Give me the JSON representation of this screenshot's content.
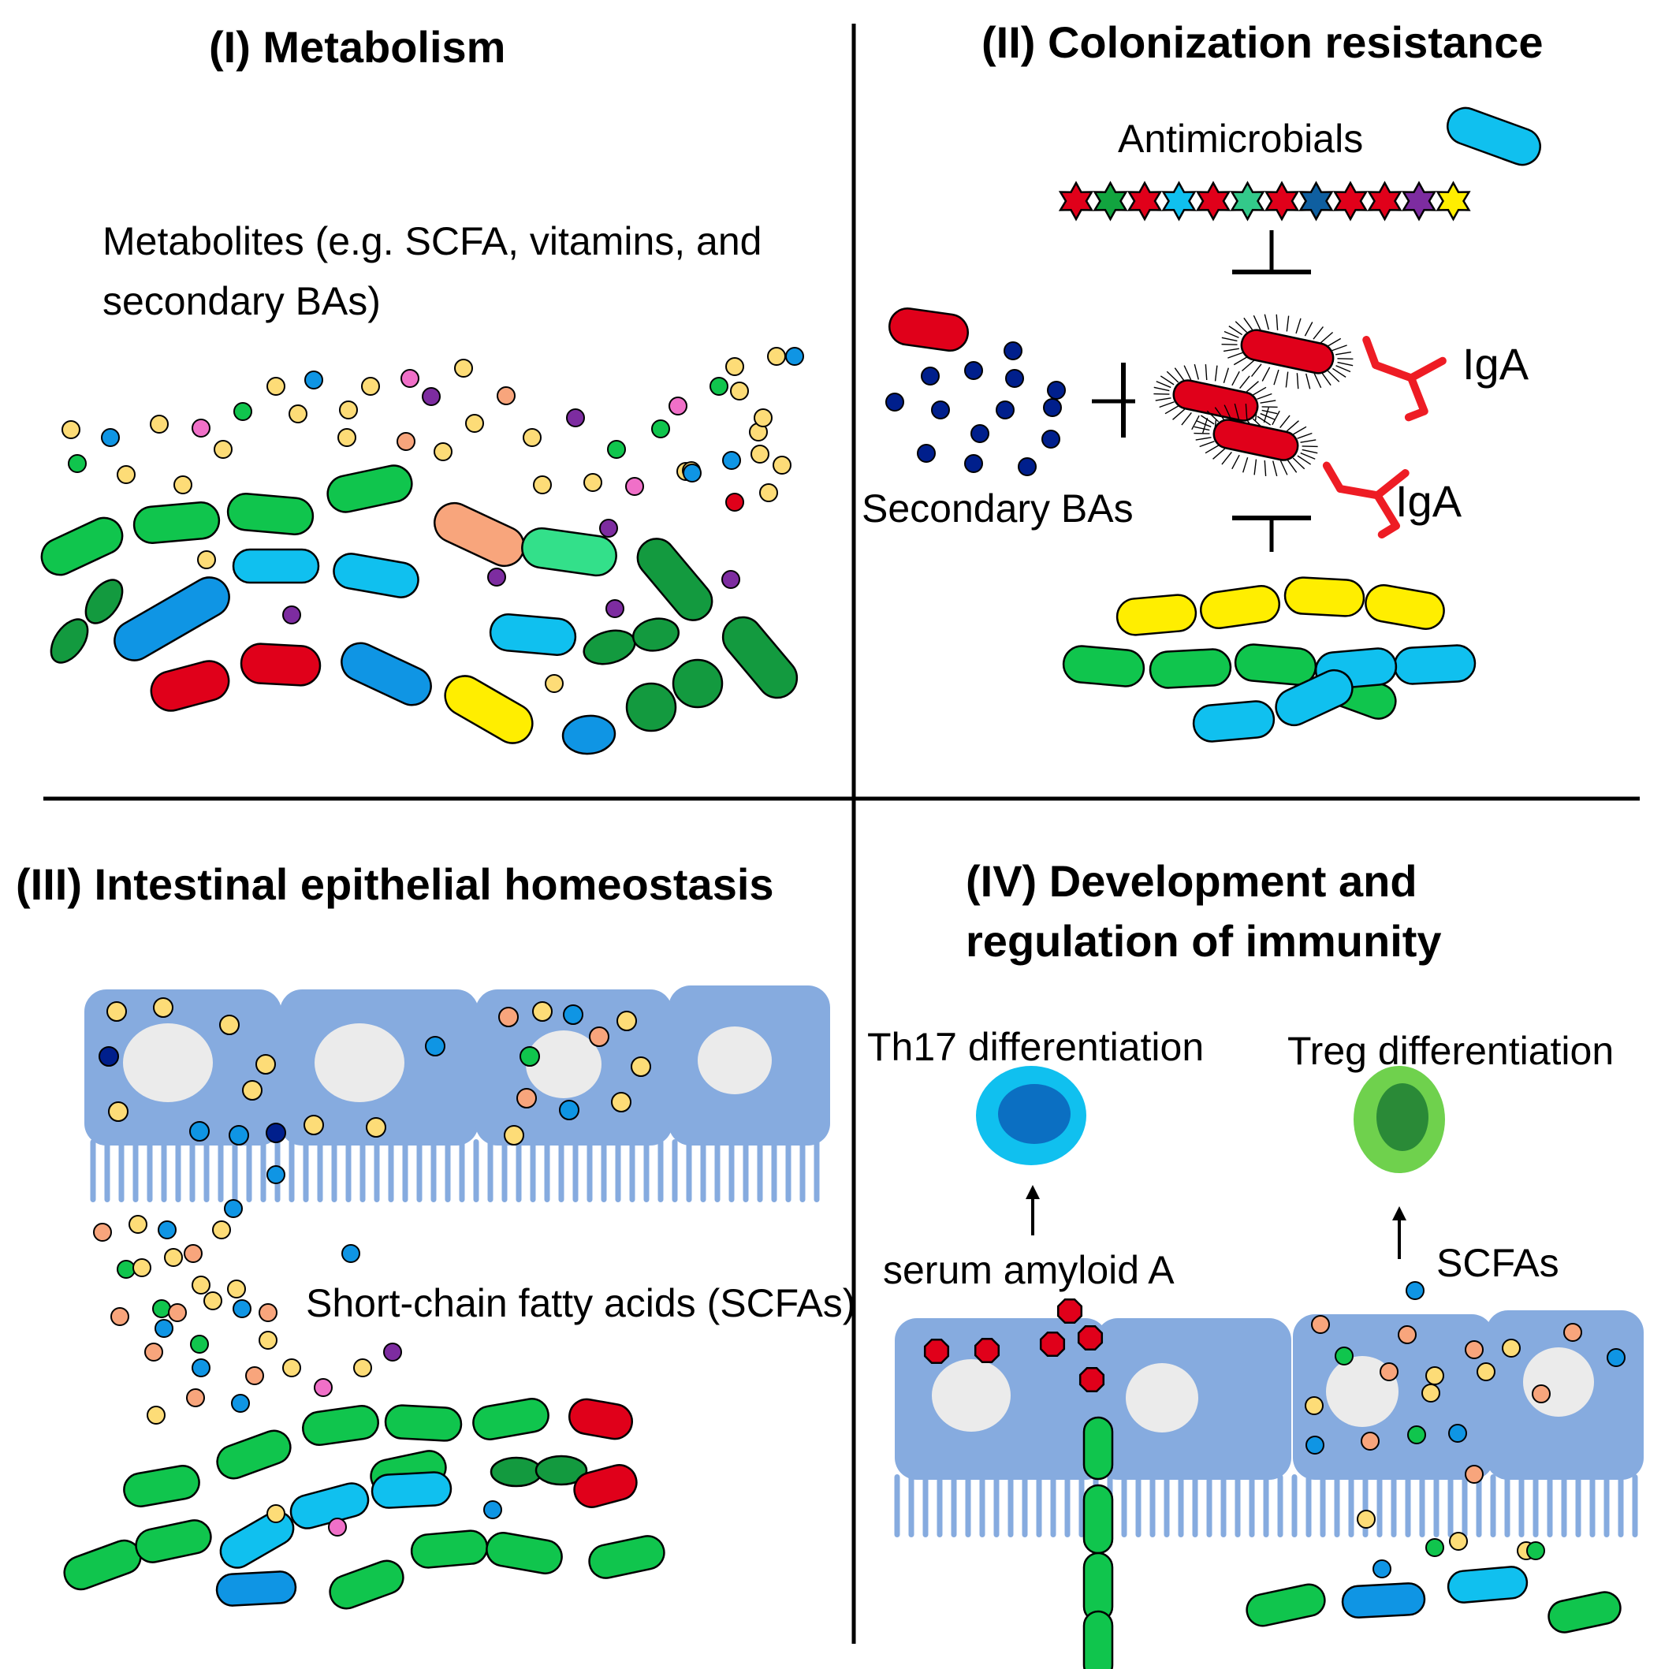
{
  "panels": {
    "metabolism": {
      "title": "(I) Metabolism",
      "label": "Metabolites (e.g. SCFA, vitamins, and secondary BAs)"
    },
    "colonization": {
      "title": "(II) Colonization  resistance",
      "antimicrobials": "Antimicrobials",
      "secondary_bas": "Secondary BAs",
      "iga": "IgA"
    },
    "epithelial": {
      "title": "(III) Intestinal epithelial homeostasis",
      "scfa_label": "Short-chain fatty acids (SCFAs)"
    },
    "immunity": {
      "title": "(IV) Development and regulation of immunity",
      "th17": "Th17 differentiation",
      "treg": "Treg differentiation",
      "saa": "serum amyloid A",
      "scfas": "SCFAs"
    }
  },
  "colors": {
    "green": "#10c54d",
    "dark_green": "#139a3f",
    "light_blue": "#10c0ef",
    "blue": "#0f95e4",
    "red": "#e0001a",
    "yellow": "#ffee00",
    "peach": "#f8a57c",
    "mint": "#33e08a",
    "cell": "#86abdf",
    "nucleus": "#ebebeb",
    "dot_yellow": "#fddc77",
    "dot_purple": "#7d2ca0",
    "dot_navy": "#001f8c"
  }
}
